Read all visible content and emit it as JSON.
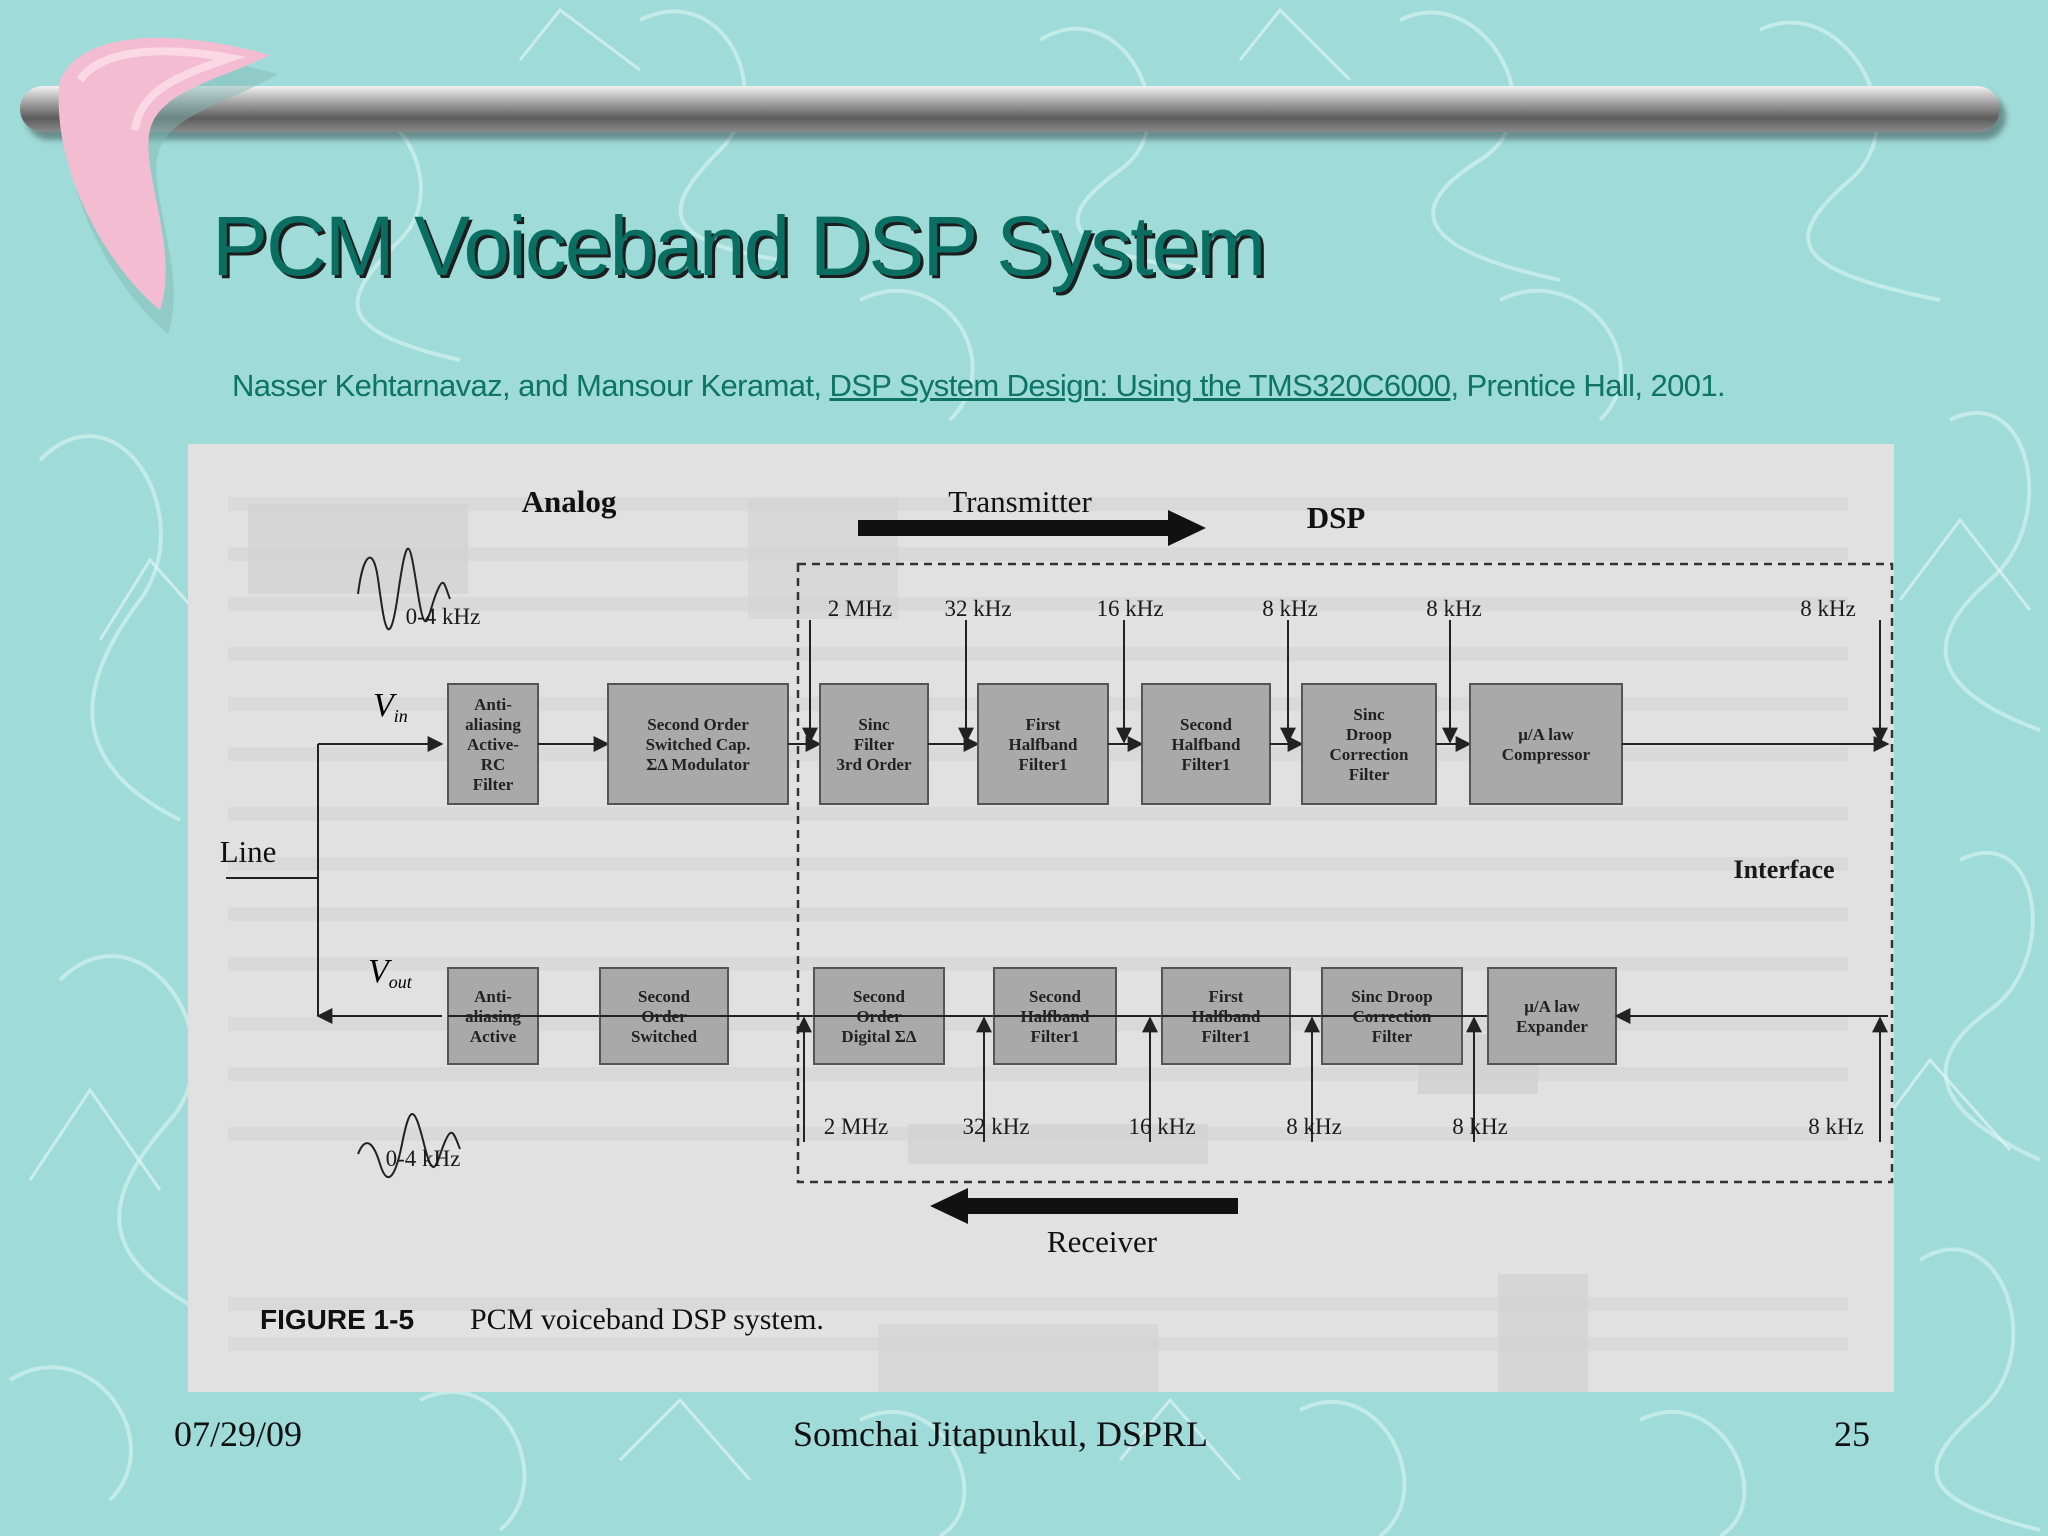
{
  "slide": {
    "title": "PCM Voiceband DSP System",
    "citation": {
      "authors": "Nasser Kehtarnavaz, and Mansour Keramat, ",
      "book": "DSP System Design: Using the TMS320C6000",
      "publisher": ", Prentice Hall, 2001."
    },
    "footer": {
      "date": "07/29/09",
      "author": "Somchai Jitapunkul, DSPRL",
      "page": "25"
    }
  },
  "figure": {
    "caption_label": "FIGURE 1-5",
    "caption_text": "PCM voiceband DSP system.",
    "section_analog": "Analog",
    "section_dsp": "DSP",
    "transmitter": "Transmitter",
    "receiver": "Receiver",
    "line": "Line",
    "interface": "Interface",
    "vin_main": "V",
    "vin_sub": "in",
    "vout_main": "V",
    "vout_sub": "out",
    "band_top": "0-4 kHz",
    "band_bottom": "0-4 kHz",
    "tx_rates": [
      "2 MHz",
      "32 kHz",
      "16 kHz",
      "8 kHz",
      "8 kHz",
      "8 kHz"
    ],
    "rx_rates": [
      "2 MHz",
      "32 kHz",
      "16 kHz",
      "8 kHz",
      "8 kHz",
      "8 kHz"
    ],
    "tx_blocks": [
      [
        "Anti-",
        "aliasing",
        "Active-",
        "RC",
        "Filter"
      ],
      [
        "Second Order",
        "Switched Cap.",
        "ΣΔ Modulator"
      ],
      [
        "Sinc",
        "Filter",
        "3rd Order"
      ],
      [
        "First",
        "Halfband",
        "Filter1"
      ],
      [
        "Second",
        "Halfband",
        "Filter1"
      ],
      [
        "Sinc",
        "Droop",
        "Correction",
        "Filter"
      ],
      [
        "μ/A law",
        "Compressor"
      ]
    ],
    "rx_blocks": [
      [
        "Anti-",
        "aliasing",
        "Active"
      ],
      [
        "Second",
        "Order",
        "Switched"
      ],
      [
        "Second",
        "Order",
        "Digital ΣΔ"
      ],
      [
        "Second",
        "Halfband",
        "Filter1"
      ],
      [
        "First",
        "Halfband",
        "Filter1"
      ],
      [
        "Sinc Droop",
        "Correction",
        "Filter"
      ],
      [
        "μ/A law",
        "Expander"
      ]
    ]
  }
}
